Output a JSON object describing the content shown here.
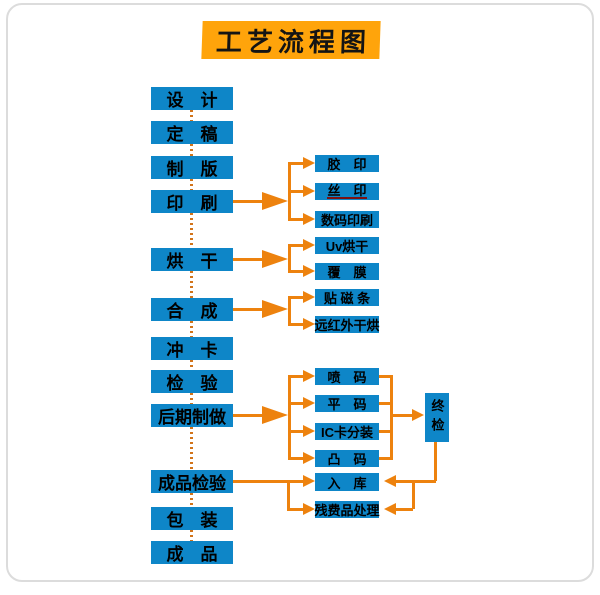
{
  "title": "工艺流程图",
  "colors": {
    "node_blue": "#0E86C8",
    "arrow_orange": "#ED820E",
    "dotted_connector": "#D2741A",
    "title_background": "#FFA40B",
    "silk_print_underline": "#7B1113",
    "text": "#000000"
  },
  "flow": {
    "main": [
      "设　计",
      "定　稿",
      "制　版",
      "印　刷",
      "烘　干",
      "合　成",
      "冲　卡",
      "检　验",
      "后期制做",
      "成品检验",
      "包　装",
      "成　品"
    ],
    "printing": [
      "胶　印",
      "丝　印",
      "数码印刷"
    ],
    "drying": [
      "Uv烘干",
      "覆　膜"
    ],
    "compositing": [
      "贴 磁 条",
      "远红外干烘"
    ],
    "post": [
      "喷　码",
      "平　码",
      "IC卡分装",
      "凸　码"
    ],
    "final_check": "终检",
    "warehouse": "入　库",
    "waste": "残费品处理"
  }
}
